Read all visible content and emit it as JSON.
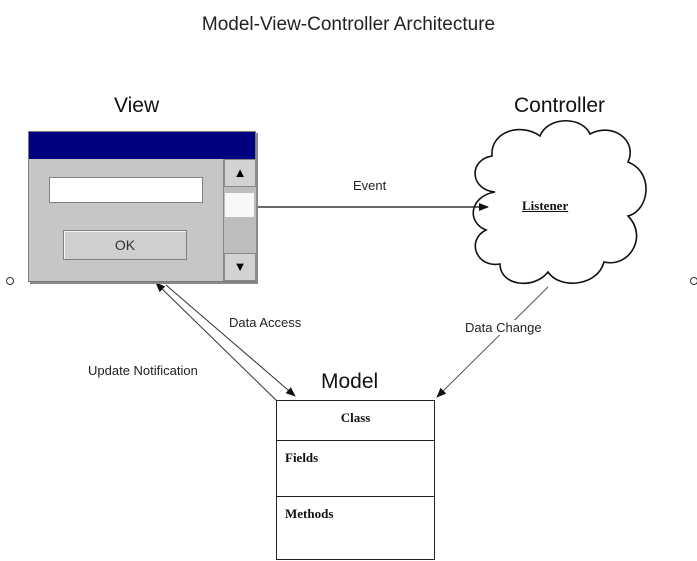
{
  "title": "Model-View-Controller Architecture",
  "view": {
    "label": "View",
    "button_label": "OK",
    "scroll_up_glyph": "▲",
    "scroll_down_glyph": "▼",
    "titlebar_color": "#000080"
  },
  "controller": {
    "label": "Controller",
    "listener_label": "Listener"
  },
  "model": {
    "label": "Model",
    "class_label": "Class",
    "fields_label": "Fields",
    "methods_label": "Methods"
  },
  "edges": {
    "event": "Event",
    "data_access": "Data Access",
    "data_change": "Data Change",
    "update_notification": "Update Notification"
  }
}
